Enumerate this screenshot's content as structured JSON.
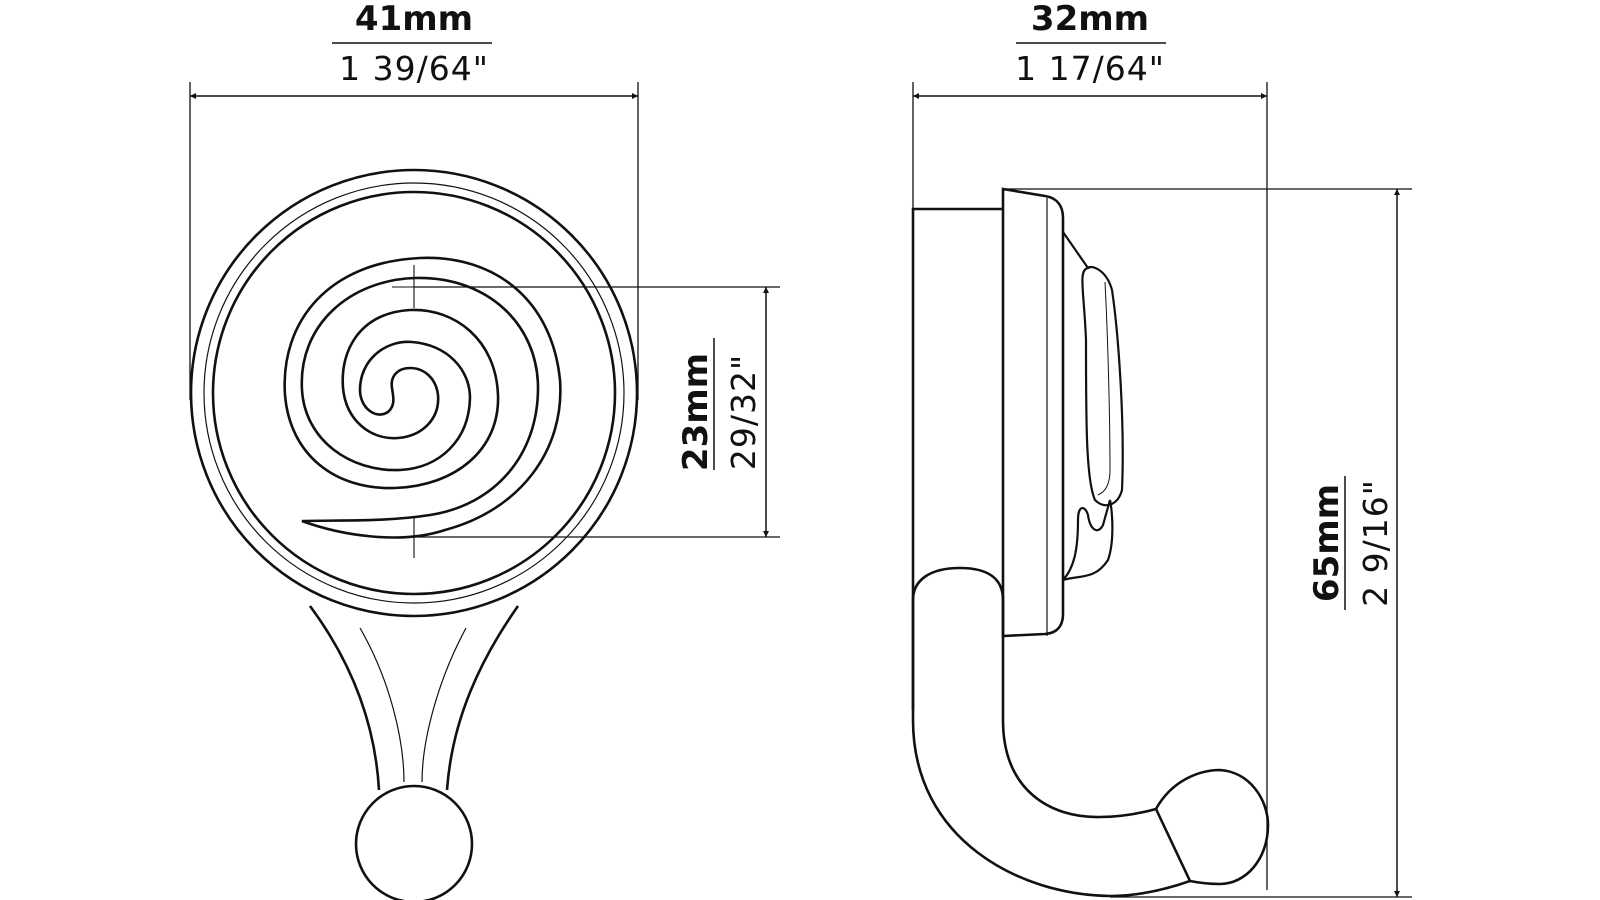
{
  "drawing": {
    "subject": "Wall hook with spiral rosette",
    "front_view": {
      "width_dimension": {
        "metric": "41mm",
        "imperial": "1  39/64\""
      },
      "spiral_dimension": {
        "metric": "23mm",
        "imperial": "29/32\""
      }
    },
    "side_view": {
      "depth_dimension": {
        "metric": "32mm",
        "imperial": "1  17/64\""
      },
      "height_dimension": {
        "metric": "65mm",
        "imperial": "2  9/16\""
      }
    },
    "colors": {
      "line": "#111111",
      "background": "#ffffff"
    }
  }
}
